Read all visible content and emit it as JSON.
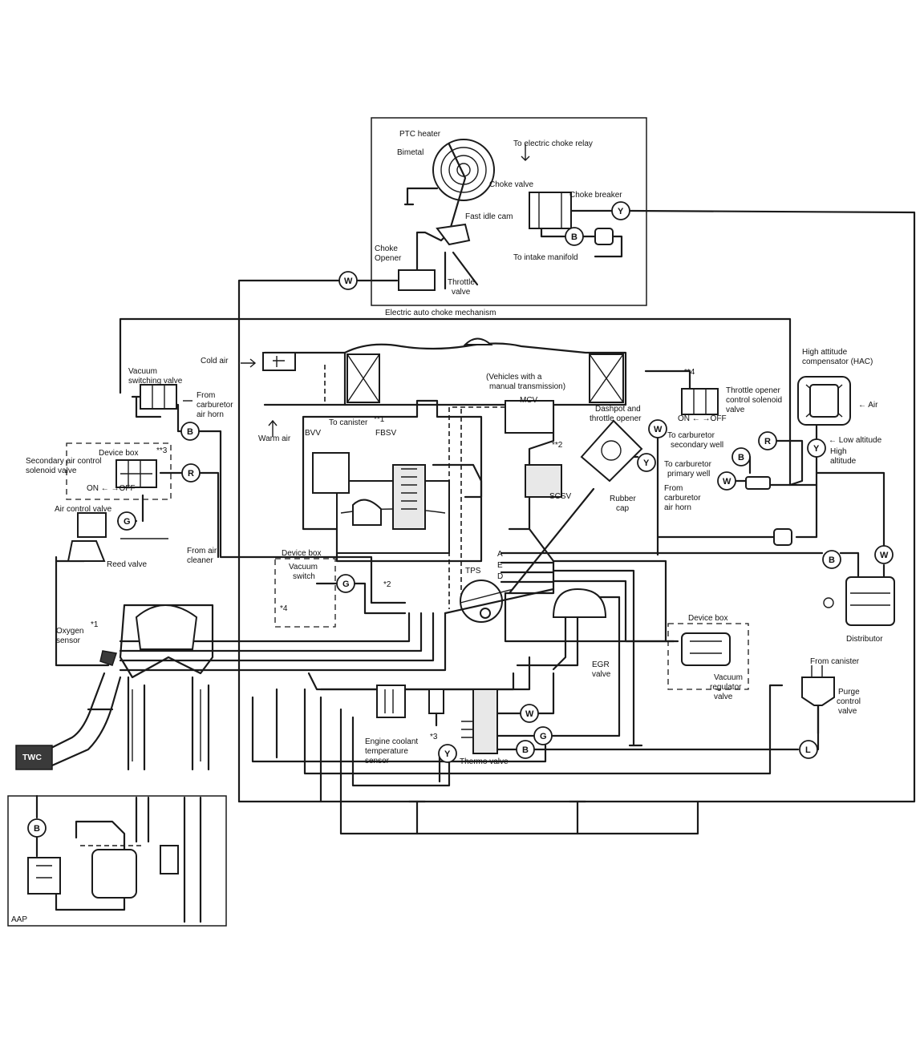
{
  "labels": {
    "ptc_heater": "PTC heater",
    "bimetal": "Bimetal",
    "to_electric_choke_relay": "To electric choke relay",
    "choke_valve": "Choke valve",
    "choke_breaker": "Choke breaker",
    "fast_idle_cam": "Fast idle cam",
    "to_intake_manifold": "To intake manifold",
    "choke_opener_1": "Choke",
    "choke_opener_2": "Opener",
    "throttle_valve_1": "Throttle",
    "throttle_valve_2": "valve",
    "electric_auto_choke": "Electric auto choke mechanism",
    "vacuum_switching_valve_1": "Vacuum",
    "vacuum_switching_valve_2": "switching valve",
    "from_carb_air_horn_l_1": "From",
    "from_carb_air_horn_l_2": "carburetor",
    "from_carb_air_horn_l_3": "air horn",
    "cold_air": "Cold air",
    "warm_air": "Warm air",
    "device_box_top": "Device box",
    "secondary_air_1": "Secondary air control",
    "secondary_air_2": "solenoid valve",
    "star3_left": "**3",
    "on_off_left": "ON ← →OFF",
    "air_control_valve": "Air control valve",
    "reed_valve": "Reed valve",
    "from_air_cleaner_1": "From air",
    "from_air_cleaner_2": "cleaner",
    "bvv": "BVV",
    "to_canister": "To canister",
    "star1_top": "**1",
    "fbsv": "FBSV",
    "vehicles_mt_1": "(Vehicles with a",
    "vehicles_mt_2": "manual transmission)",
    "mcv": "MCV",
    "dashpot_1": "Dashpot and",
    "dashpot_2": "throttle opener",
    "star2_top": "**2",
    "scsv": "SCSV",
    "rubber_cap_1": "Rubber",
    "rubber_cap_2": "cap",
    "star4_top": "**4",
    "throttle_opener_1": "Throttle opener",
    "throttle_opener_2": "control solenoid",
    "throttle_opener_3": "valve",
    "on_off_right": "ON ← →OFF",
    "hac_1": "High attitude",
    "hac_2": "compensator (HAC)",
    "air": "← Air",
    "low_altitude": "← Low altitude",
    "high_altitude_1": "High",
    "high_altitude_2": "altitude",
    "to_carb_secondary_1": "To carburetor",
    "to_carb_secondary_2": "secondary well",
    "to_carb_primary_1": "To carburetor",
    "to_carb_primary_2": "primary well",
    "from_carb_r_1": "From",
    "from_carb_r_2": "carburetor",
    "from_carb_r_3": "air horn",
    "device_box_mid": "Device box",
    "vacuum_switch_1": "Vacuum",
    "vacuum_switch_2": "switch",
    "star4_mid": "*4",
    "star2_mid": "*2",
    "tps": "TPS",
    "port_a": "A",
    "port_e": "E",
    "port_d": "D",
    "oxygen_sensor_1": "Oxygen",
    "oxygen_sensor_2": "sensor",
    "star1_left": "*1",
    "distributor": "Distributor",
    "device_box_right": "Device box",
    "egr_valve_1": "EGR",
    "egr_valve_2": "valve",
    "vacuum_regulator_1": "Vacuum",
    "vacuum_regulator_2": "regulator",
    "vacuum_regulator_3": "valve",
    "from_canister": "From canister",
    "purge_1": "Purge",
    "purge_2": "control",
    "purge_3": "valve",
    "twc": "TWC",
    "engine_coolant_1": "Engine coolant",
    "engine_coolant_2": "temperature",
    "engine_coolant_3": "sensor",
    "star3_bottom": "*3",
    "thermo_valve": "Thermo valve",
    "aap": "AAP"
  },
  "tags": {
    "y_choke": "Y",
    "b_choke": "B",
    "w_opener": "W",
    "b_vsv": "B",
    "r_secondary": "R",
    "g_air_control": "G",
    "w_right": "W",
    "y_dashpot": "Y",
    "r_right": "R",
    "y_hac": "Y",
    "b_right": "B",
    "w_primary": "W",
    "g_vacuum_switch": "G",
    "b_distributor": "B",
    "w_distributor": "W",
    "w_thermo": "W",
    "g_thermo": "G",
    "b_thermo": "B",
    "y_thermo": "Y",
    "l_purge": "L",
    "b_aap": "B"
  },
  "colors": {
    "ink": "#1a1a1a",
    "paper": "#ffffff"
  }
}
